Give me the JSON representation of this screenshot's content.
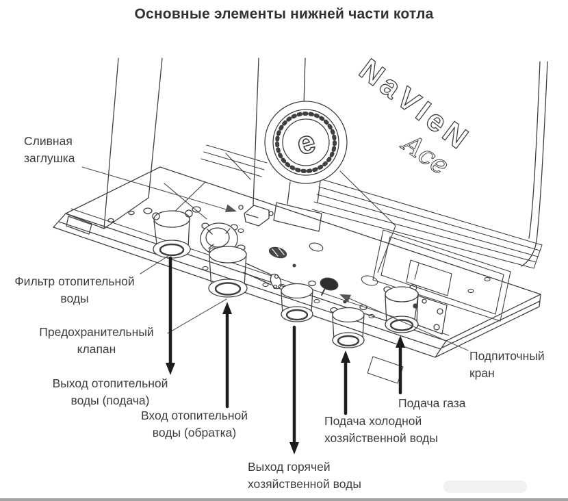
{
  "title": "Основные элементы нижней части котла",
  "brand": {
    "name": "NaVIeN",
    "model": "Ace",
    "pump_mark": "e"
  },
  "labels": {
    "drain_plug": "Сливная\nзаглушка",
    "heating_water_filter": "Фильтр отопительной\nводы",
    "safety_valve": "Предохранительный\nклапан",
    "heating_water_outlet": "Выход отопительной\nводы (подача)",
    "heating_water_inlet": "Вход отопительной\nводы (обратка)",
    "dhw_outlet": "Выход горячей\nхозяйственной воды",
    "cold_water_inlet": "Подача холодной\nхозяйственной воды",
    "gas_supply": "Подача газа",
    "makeup_valve": "Подпиточный\nкран"
  },
  "colors": {
    "line": "#3f3f3f",
    "label_text": "#3d3d3d",
    "arrow": "#1c1c1c",
    "background": "#ffffff"
  }
}
